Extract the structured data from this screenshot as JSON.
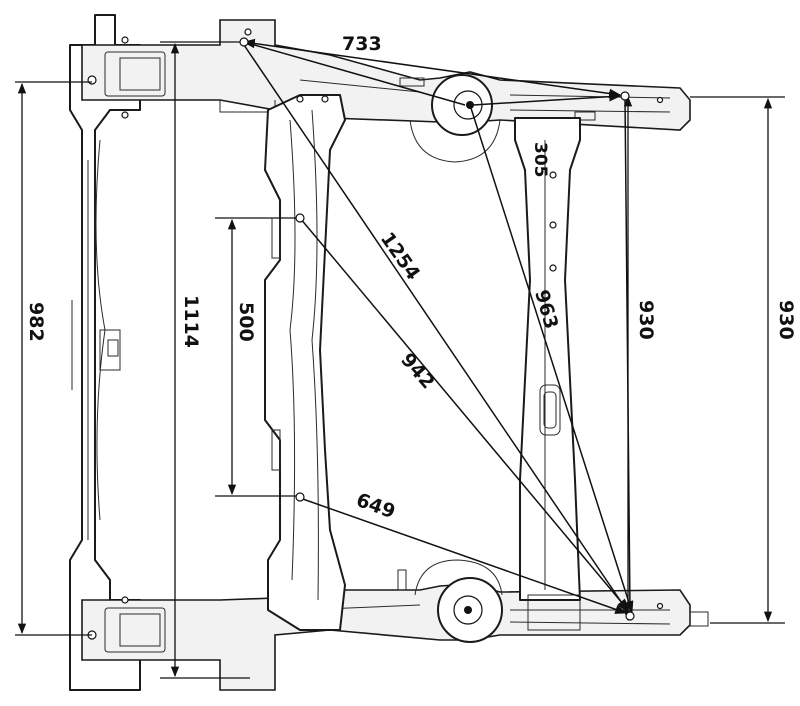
{
  "dimensions": {
    "d733": "733",
    "d305": "305",
    "d1254": "1254",
    "d963": "963",
    "d930_inner": "930",
    "d930_outer": "930",
    "d982": "982",
    "d1114": "1114",
    "d500": "500",
    "d942": "942",
    "d649": "649"
  }
}
